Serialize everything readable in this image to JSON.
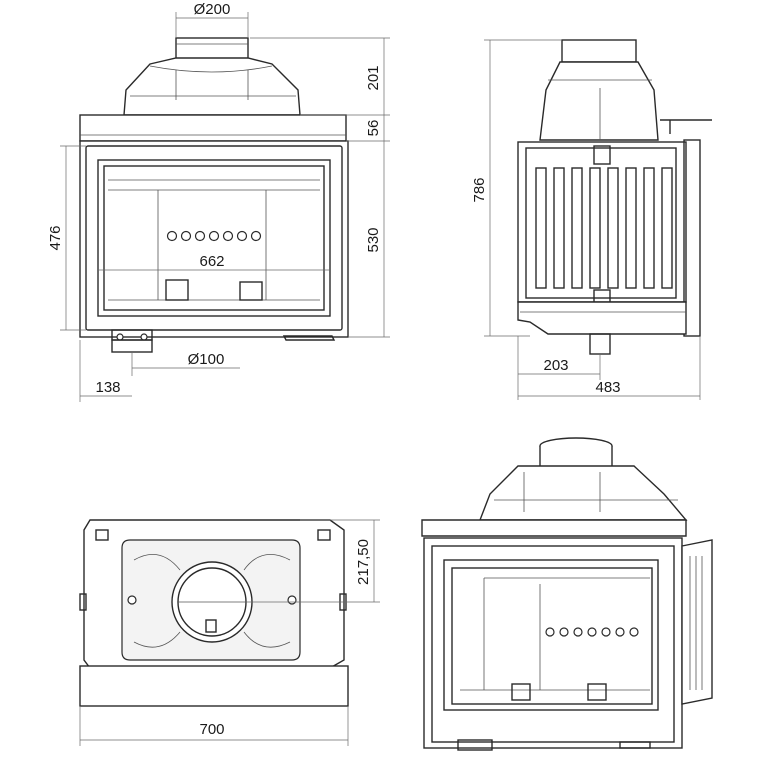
{
  "front_view": {
    "flue_diameter": "Ø200",
    "hood_height": "201",
    "collar_height": "56",
    "door_height": "476",
    "body_height": "530",
    "opening_width": "662",
    "air_inlet_diameter": "Ø100",
    "inlet_offset": "138"
  },
  "side_view": {
    "total_height": "786",
    "inlet_offset": "203",
    "depth": "483"
  },
  "bottom_view": {
    "flue_offset": "217,50",
    "width": "700"
  }
}
